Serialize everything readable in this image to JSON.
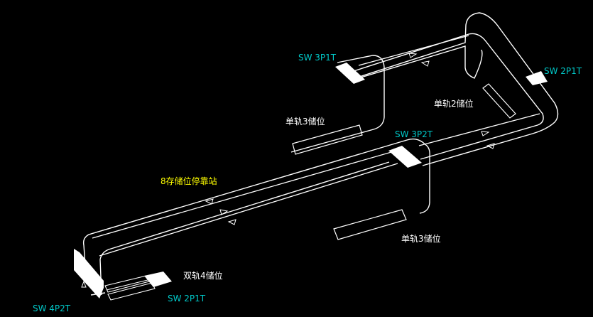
{
  "colors": {
    "background": "#000000",
    "track": "#ffffff",
    "switch_label": "#00c8c8",
    "station_label": "#ffff00",
    "storage_label": "#ffffff"
  },
  "switch_labels": [
    {
      "id": "sw-3p1t",
      "text": "SW 3P1T"
    },
    {
      "id": "sw-2p1t-right",
      "text": "SW 2P1T"
    },
    {
      "id": "sw-3p2t",
      "text": "SW 3P2T"
    },
    {
      "id": "sw-4p2t",
      "text": "SW 4P2T"
    },
    {
      "id": "sw-2p1t-bottom",
      "text": "SW 2P1T"
    }
  ],
  "storage_labels": [
    {
      "id": "single-2",
      "text": "单轨2储位"
    },
    {
      "id": "single-3-upper",
      "text": "单轨3储位"
    },
    {
      "id": "single-3-lower",
      "text": "单轨3储位"
    },
    {
      "id": "double-4",
      "text": "双轨4储位"
    }
  ],
  "station_label": {
    "text": "8存储位停靠站"
  }
}
